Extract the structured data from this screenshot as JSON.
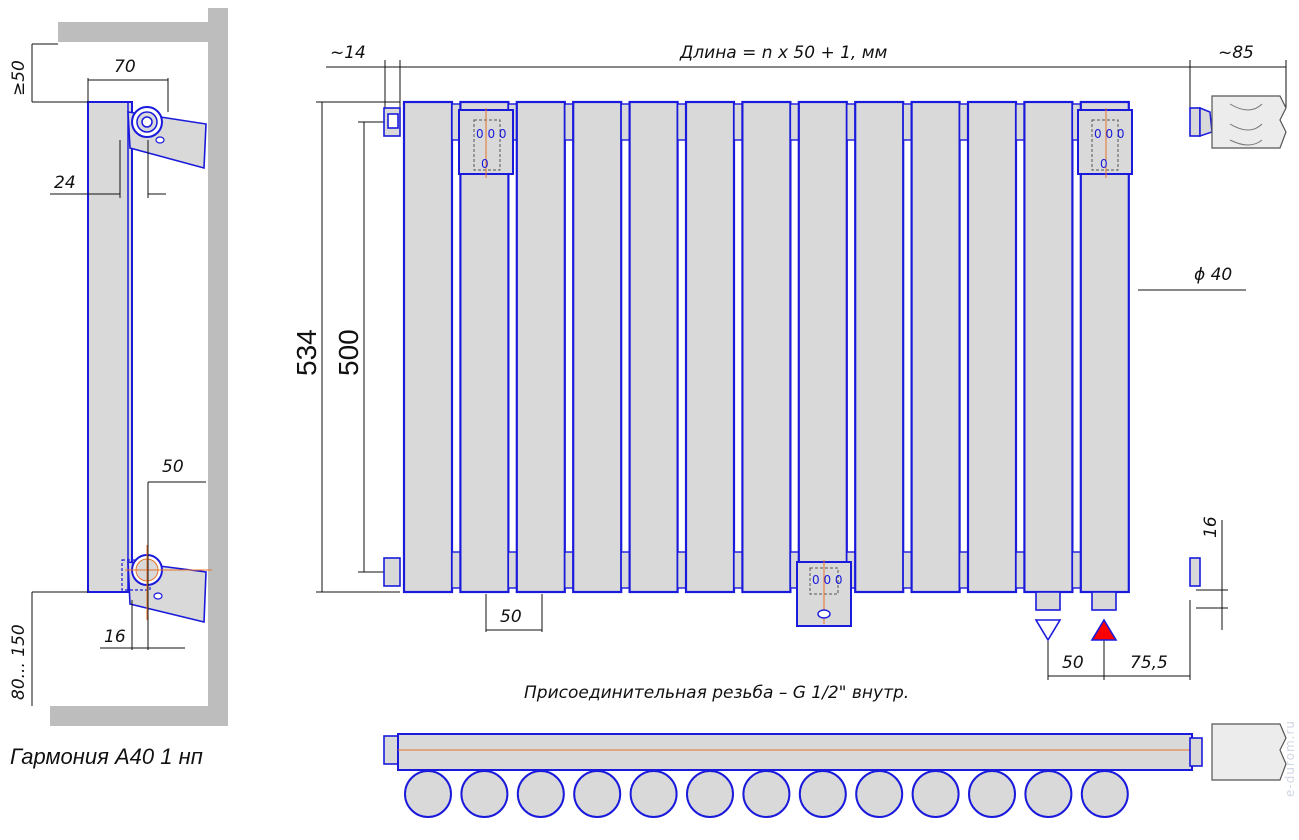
{
  "title": "Гармония А40 1 нп",
  "note": "Присоединительная резьба – G 1/2\" внутр.",
  "watermark": "e-durom.ru",
  "dimensions": {
    "length_formula": "Длина = n x 50 + 1, мм",
    "left_offset": "~14",
    "right_offset": "~85",
    "height_total": "534",
    "height_axis": "500",
    "diameter": "ϕ 40",
    "top_gap": "16",
    "bottom_spacing": "50",
    "pipe_spacing": "50",
    "pipe_offset": "75,5",
    "side_width": "70",
    "wall_gap": "≥50",
    "side_24": "24",
    "side_50": "50",
    "side_16": "16",
    "floor_gap": "80... 150"
  },
  "colors": {
    "outline": "#1a1adc",
    "fill": "#d9d9d9",
    "wall": "#bdbdbd",
    "axis": "#e8742a",
    "arrow_red": "#ff0000"
  },
  "sections": 13
}
